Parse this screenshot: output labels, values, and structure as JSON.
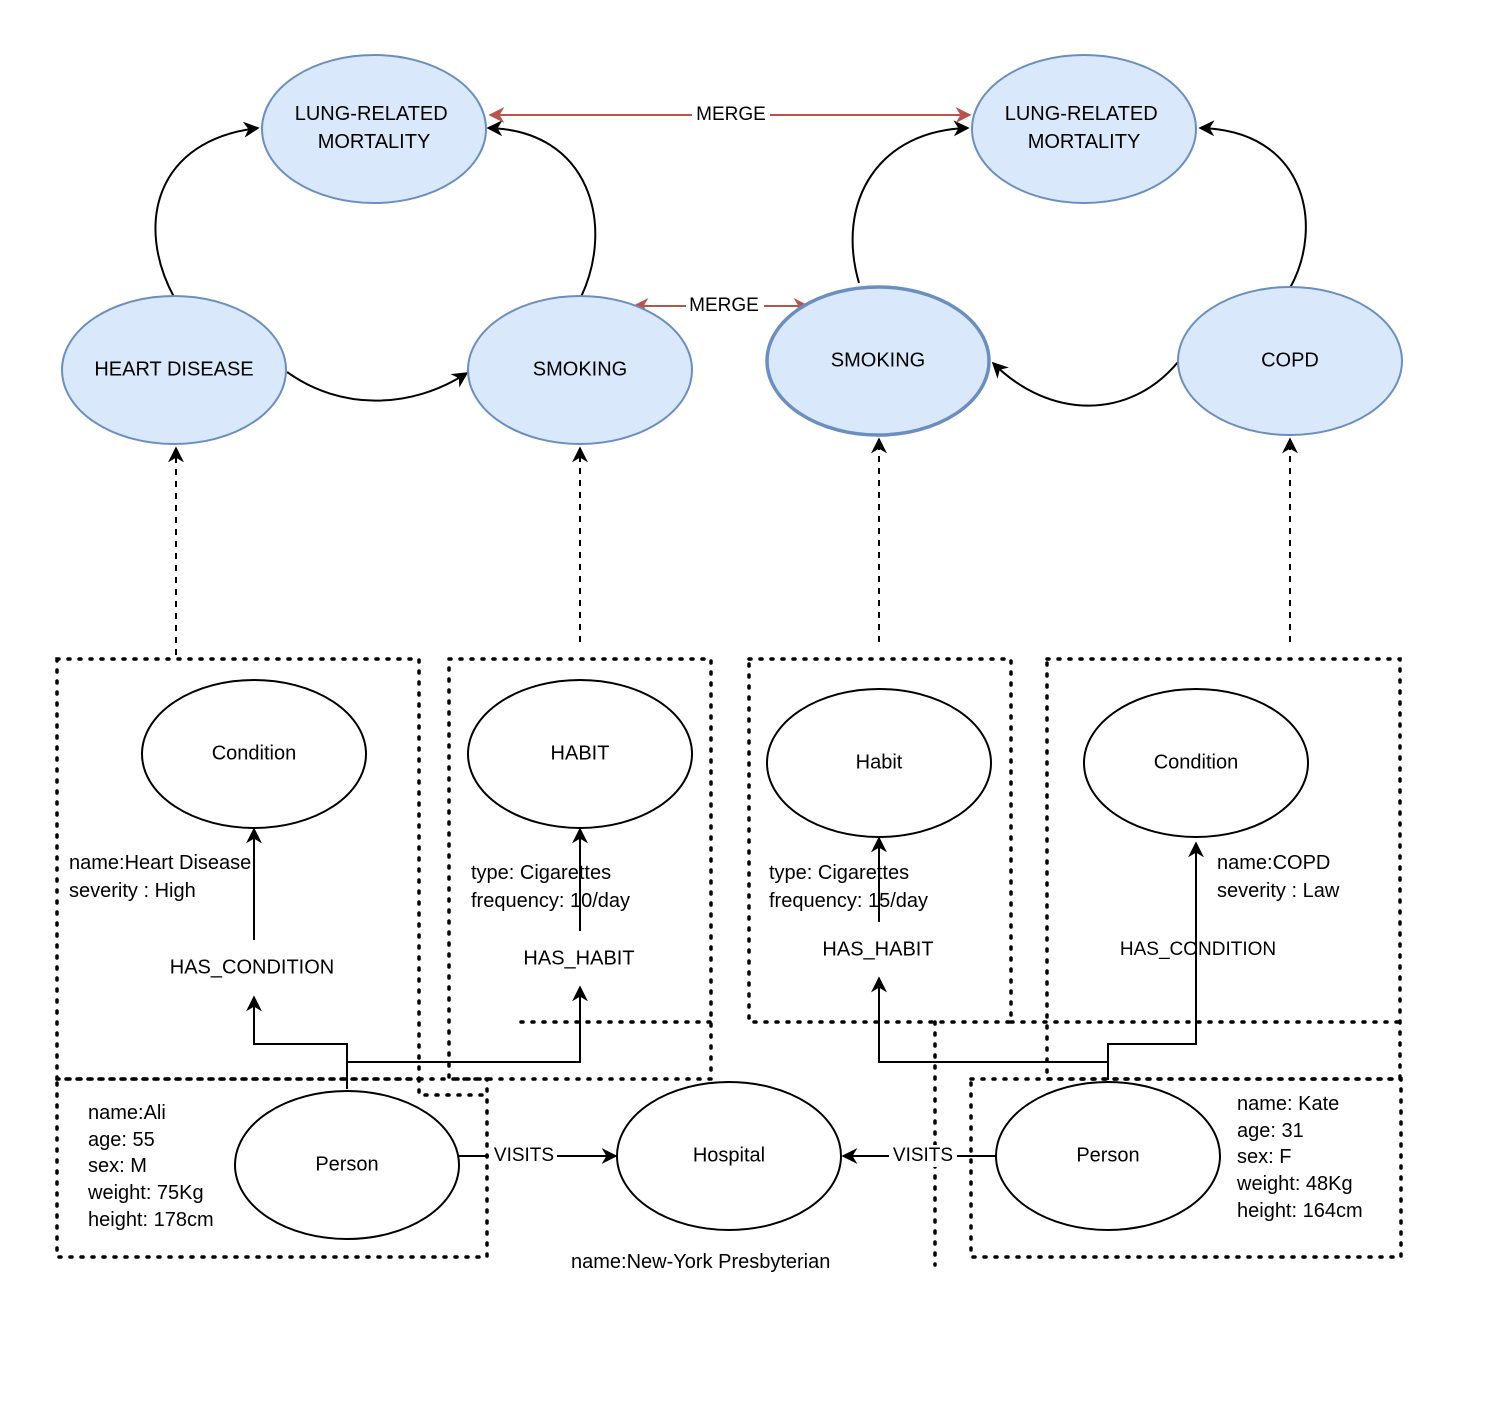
{
  "concepts": {
    "lung_mortality_left": "LUNG-RELATED\nMORTALITY",
    "lung_mortality_right": "LUNG-RELATED\nMORTALITY",
    "heart_disease": "HEART DISEASE",
    "smoking_left": "SMOKING",
    "smoking_right": "SMOKING",
    "copd": "COPD"
  },
  "merge_labels": {
    "top": "MERGE",
    "middle": "MERGE"
  },
  "graph_nodes": {
    "condition_left": "Condition",
    "habit_left": "HABIT",
    "habit_right": "Habit",
    "condition_right": "Condition",
    "person_left": "Person",
    "hospital": "Hospital",
    "person_right": "Person"
  },
  "edge_labels": {
    "has_condition_left": "HAS_CONDITION",
    "has_habit_left": "HAS_HABIT",
    "has_habit_right": "HAS_HABIT",
    "has_condition_right": "HAS_CONDITION",
    "visits_left": "VISITS",
    "visits_right": "VISITS"
  },
  "properties": {
    "condition_left": [
      "name:Heart Disease",
      "severity : High"
    ],
    "habit_left": [
      "type: Cigarettes",
      "frequency: 10/day"
    ],
    "habit_right": [
      "type: Cigarettes",
      "frequency: 15/day"
    ],
    "condition_right": [
      "name:COPD",
      "severity : Law"
    ],
    "person_left": [
      "name:Ali",
      "age: 55",
      "sex: M",
      "weight: 75Kg",
      "height: 178cm"
    ],
    "person_right": [
      "name: Kate",
      "age: 31",
      "sex: F",
      "weight: 48Kg",
      "height: 164cm"
    ],
    "hospital": "name:New-York Presbyterian"
  }
}
